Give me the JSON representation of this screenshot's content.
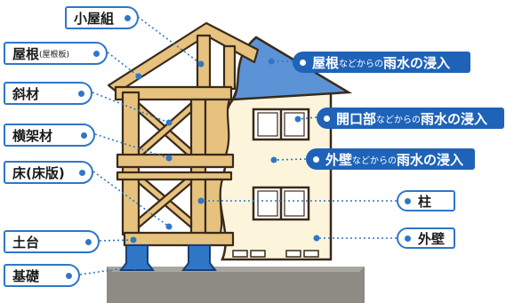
{
  "left_labels": {
    "koyagumi": "小屋組",
    "yane": "屋根",
    "yane_sub": "(屋根板)",
    "shazai": "斜材",
    "okakezai": "横架材",
    "yuka": "床(床版)",
    "dodai": "土台",
    "kiso": "基礎"
  },
  "right_labels": {
    "roof_leak": {
      "main": "屋根",
      "small": "などからの",
      "end": "雨水の浸入"
    },
    "opening_leak": {
      "main": "開口部",
      "small": "などからの",
      "end": "雨水の浸入"
    },
    "wall_leak": {
      "main": "外壁",
      "small": "などからの",
      "end": "雨水の浸入"
    },
    "hashira": "柱",
    "gaiheki": "外壁"
  },
  "colors": {
    "accent_blue": "#1f63b8",
    "leader_blue": "#2f77c6",
    "wood": "#e6c27e",
    "wall": "#fdf4dc",
    "roof_blue": "#5b93d6",
    "ground": "#8e8b85"
  }
}
